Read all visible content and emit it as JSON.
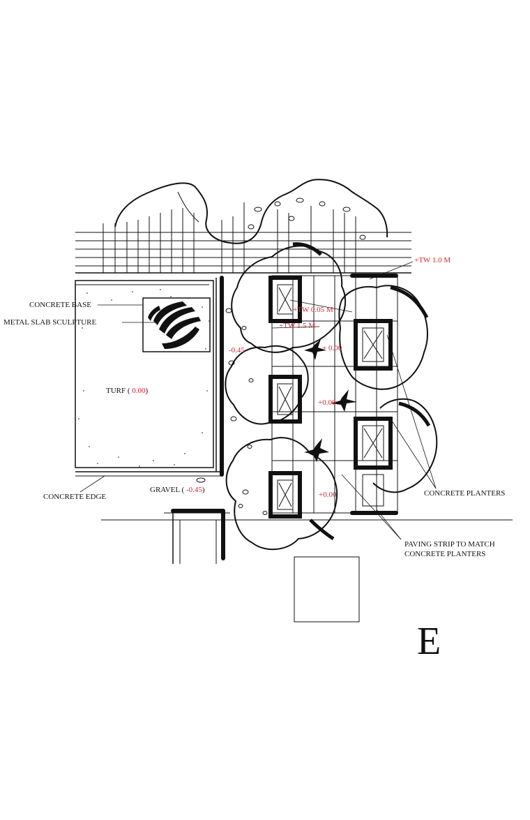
{
  "labels": {
    "concrete_base": "CONCRETE BASE",
    "metal_slab_sculpture": "METAL SLAB SCULPTURE",
    "turf_prefix": "TURF ( ",
    "turf_value": "0.00",
    "turf_suffix": ")",
    "concrete_edge": "CONCRETE EDGE",
    "gravel_prefix": "GRAVEL ( ",
    "gravel_value": "-0.45",
    "gravel_suffix": ")",
    "concrete_planters": "CONCRETE PLANTERS",
    "paving_strip_line1": "PAVING STRIP TO MATCH",
    "paving_strip_line2": "CONCRETE PLANTERS",
    "sheet_letter": "E"
  },
  "levels": {
    "tw_1_0": "+TW 1.0 M",
    "tw_0_05": "+TW 0.05 M",
    "tw_1_5": "+TW 1.5 M",
    "gravel_level": "-0.45",
    "paving_top": "+ 0.00",
    "paving_mid": "+0.00",
    "paving_bottom": "+0.00"
  },
  "colors": {
    "ink": "#111111",
    "level_red": "#e0232e",
    "paper": "#ffffff"
  }
}
